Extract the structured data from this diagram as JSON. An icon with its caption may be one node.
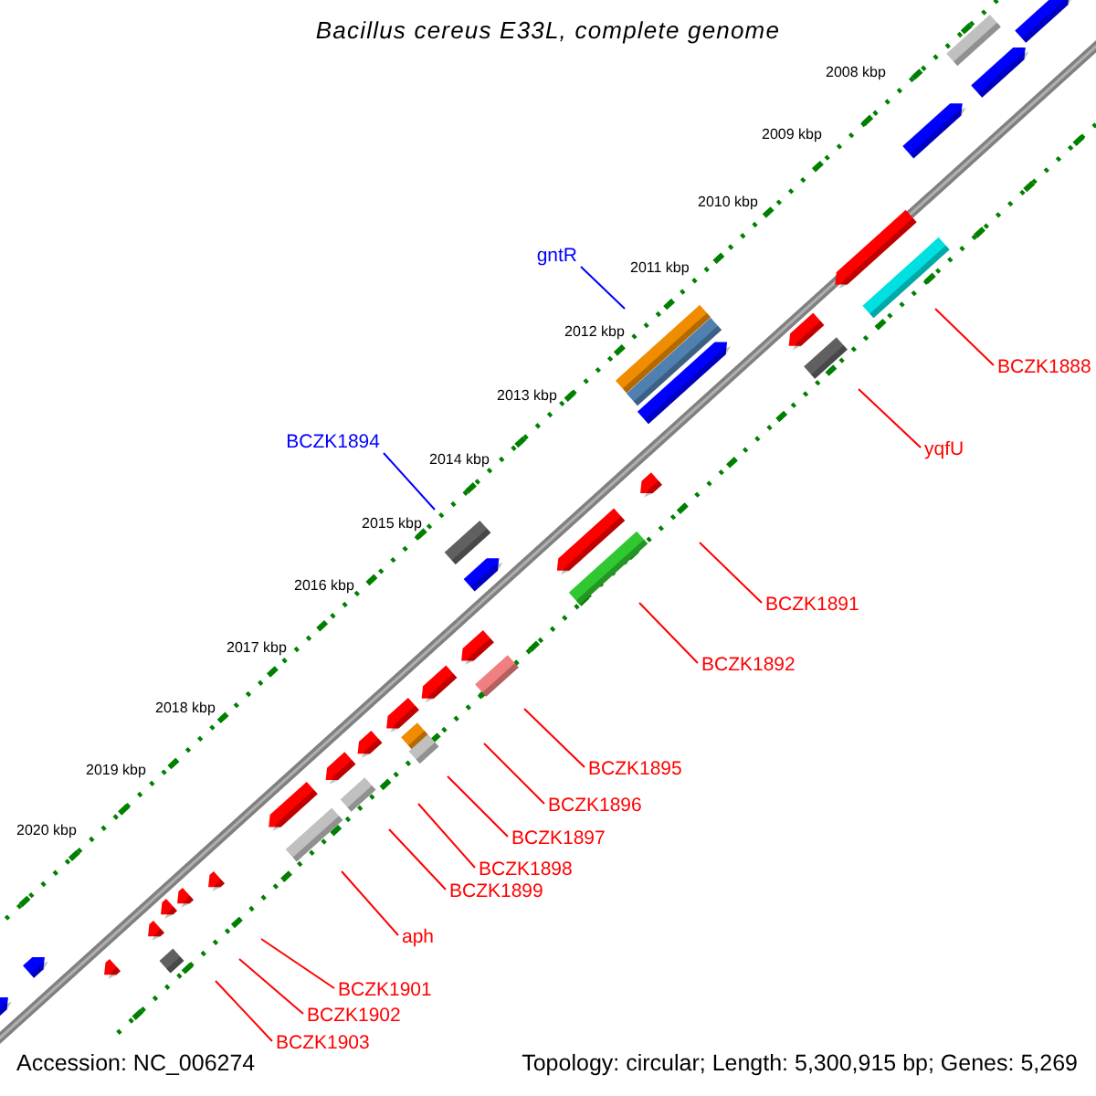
{
  "diagram": {
    "title": "Bacillus cereus E33L, complete genome",
    "nodes": [
      {
        "text": [
          "gntR"
        ]
      },
      {
        "text": [
          "BCZK1888"
        ]
      },
      {
        "text": [
          "BCZK1894"
        ]
      },
      {
        "text": [
          "yqfU"
        ]
      },
      {
        "text": [
          "BCZK1891"
        ]
      },
      {
        "text": [
          "BCZK1892"
        ]
      },
      {
        "text": [
          "BCZK1895"
        ]
      },
      {
        "text": [
          "BCZK1896"
        ]
      },
      {
        "text": [
          "BCZK1897"
        ]
      },
      {
        "text": [
          "BCZK1898"
        ]
      },
      {
        "text": [
          "BCZK1899"
        ]
      },
      {
        "text": [
          "aph"
        ]
      },
      {
        "text": [
          "BCZK1901"
        ]
      },
      {
        "text": [
          "BCZK1902"
        ]
      },
      {
        "text": [
          "BCZK1903"
        ]
      }
    ],
    "edges": [
      {
        "from": 0,
        "to": null,
        "arrow": "none",
        "color": "#0000ff"
      },
      {
        "from": 1,
        "to": null,
        "arrow": "none"
      },
      {
        "from": 2,
        "to": null,
        "arrow": "none",
        "color": "#0000ff"
      },
      {
        "from": 3,
        "to": null,
        "arrow": "none"
      },
      {
        "from": 4,
        "to": null,
        "arrow": "none"
      },
      {
        "from": 5,
        "to": null,
        "arrow": "none"
      },
      {
        "from": 6,
        "to": null,
        "arrow": "none"
      },
      {
        "from": 7,
        "to": null,
        "arrow": "none"
      },
      {
        "from": 8,
        "to": null,
        "arrow": "none"
      },
      {
        "from": 9,
        "to": null,
        "arrow": "none"
      },
      {
        "from": 10,
        "to": null,
        "arrow": "none"
      },
      {
        "from": 11,
        "to": null,
        "arrow": "none"
      },
      {
        "from": 12,
        "to": null,
        "arrow": "none"
      },
      {
        "from": 13,
        "to": null,
        "arrow": "none"
      },
      {
        "from": 14,
        "to": null,
        "arrow": "none"
      }
    ],
    "labels": [
      "2008 kbp",
      "2009 kbp",
      "2010 kbp",
      "2011 kbp",
      "2012 kbp",
      "2013 kbp",
      "2014 kbp",
      "2015 kbp",
      "2016 kbp",
      "2017 kbp",
      "2018 kbp",
      "2019 kbp",
      "2020 kbp",
      "Accession: NC_006274",
      "Topology: circular; Length: 5,300,915 bp; Genes: 5,269"
    ]
  }
}
